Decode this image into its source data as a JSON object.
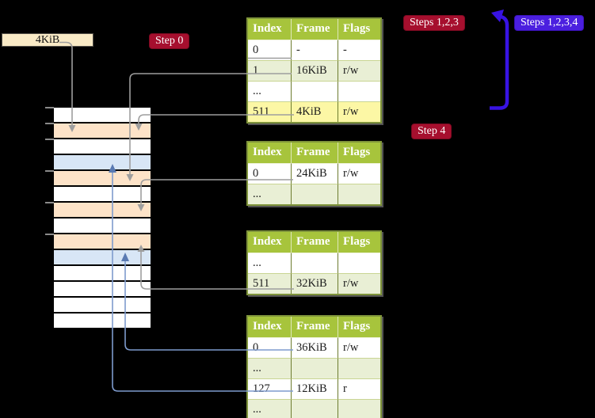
{
  "frame_address_box": {
    "label": "4KiB"
  },
  "step_badges": [
    {
      "id": "step0",
      "label": "Step 0",
      "style": "red"
    },
    {
      "id": "steps123",
      "label": "Steps 1,2,3",
      "style": "red"
    },
    {
      "id": "steps1234",
      "label": "Steps 1,2,3,4",
      "style": "blue"
    },
    {
      "id": "step4",
      "label": "Step 4",
      "style": "red"
    }
  ],
  "page_tables": [
    {
      "name": "level-4-table",
      "columns": [
        "Index",
        "Frame",
        "Flags"
      ],
      "rows": [
        {
          "index": "0",
          "frame": "-",
          "flags": "-",
          "shade": "white"
        },
        {
          "index": "1",
          "frame": "16KiB",
          "flags": "r/w",
          "shade": "green"
        },
        {
          "index": "...",
          "frame": "",
          "flags": "",
          "shade": "white"
        },
        {
          "index": "511",
          "frame": "4KiB",
          "flags": "r/w",
          "shade": "yellow"
        }
      ]
    },
    {
      "name": "level-3-table",
      "columns": [
        "Index",
        "Frame",
        "Flags"
      ],
      "rows": [
        {
          "index": "0",
          "frame": "24KiB",
          "flags": "r/w",
          "shade": "white"
        },
        {
          "index": "...",
          "frame": "",
          "flags": "",
          "shade": "green"
        }
      ]
    },
    {
      "name": "level-2-table",
      "columns": [
        "Index",
        "Frame",
        "Flags"
      ],
      "rows": [
        {
          "index": "...",
          "frame": "",
          "flags": "",
          "shade": "white"
        },
        {
          "index": "511",
          "frame": "32KiB",
          "flags": "r/w",
          "shade": "green"
        }
      ]
    },
    {
      "name": "level-1-table",
      "columns": [
        "Index",
        "Frame",
        "Flags"
      ],
      "rows": [
        {
          "index": "0",
          "frame": "36KiB",
          "flags": "r/w",
          "shade": "white"
        },
        {
          "index": "...",
          "frame": "",
          "flags": "",
          "shade": "green"
        },
        {
          "index": "127",
          "frame": "12KiB",
          "flags": "r",
          "shade": "white"
        },
        {
          "index": "...",
          "frame": "",
          "flags": "",
          "shade": "green"
        }
      ]
    }
  ],
  "physical_memory": {
    "row_types": [
      "free",
      "page_table",
      "free",
      "mapped_page",
      "page_table",
      "free",
      "page_table",
      "free",
      "page_table",
      "mapped_page",
      "free",
      "free",
      "free",
      "free"
    ],
    "tick_rows": [
      0,
      1,
      2,
      4,
      6,
      8
    ]
  },
  "colors": {
    "background": "#000000",
    "memory_free": "#ffffff",
    "memory_page_table": "#fde3c8",
    "memory_mapped_page": "#d8e6f6",
    "table_header": "#a7c43c",
    "table_row_alt": "#e9efd5",
    "table_row_highlight": "#fcf7a5",
    "red_badge": "#a60f2e",
    "blue_badge": "#4b1fdf",
    "blue_arrow": "#3813e3",
    "gray_arrow": "#9e9e9e",
    "steel_blue_arrow": "#7e9bcd",
    "frame_box": "#f9eac6"
  }
}
